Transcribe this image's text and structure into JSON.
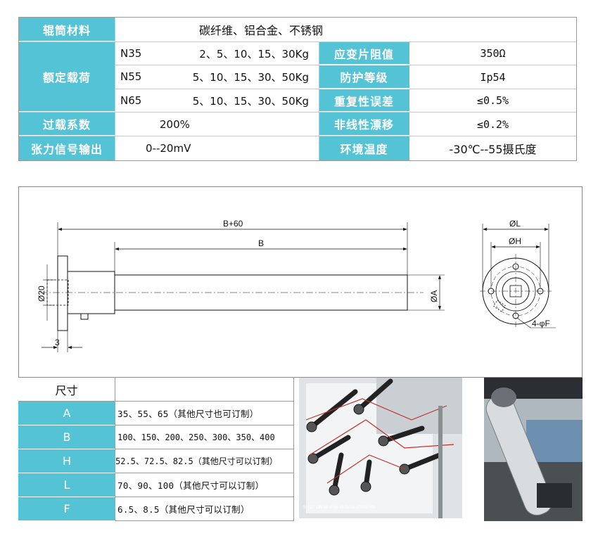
{
  "spec_table": {
    "roller_material_label": "辊筒材料",
    "roller_material_value": "碳纤维、铝合金、不锈钢",
    "rated_load_label": "额定载荷",
    "loads": [
      {
        "model": "N35",
        "values": "2、5、10、15、30Kg"
      },
      {
        "model": "N55",
        "values": "5、10、15、30、50Kg"
      },
      {
        "model": "N65",
        "values": "5、10、15、30、50Kg"
      }
    ],
    "overload_label": "过载系数",
    "overload_value": "200%",
    "signal_label": "张力信号输出",
    "signal_value": "0--20mV",
    "strain_label": "应变片阻值",
    "strain_value": "350Ω",
    "protection_label": "防护等级",
    "protection_value": "Ip54",
    "repeat_label": "重复性误差",
    "repeat_value": "≤0.5%",
    "nonlinear_label": "非线性漂移",
    "nonlinear_value": "≤0.2%",
    "env_label": "环境温度",
    "env_value": "-30℃--55摄氏度"
  },
  "drawing": {
    "dim_b60": "B+60",
    "dim_b": "B",
    "dim_a": "ØA",
    "dim_20": "Ø20",
    "dim_3": "3",
    "dim_l": "ØL",
    "dim_h": "ØH",
    "dim_f": "4-φF"
  },
  "size_table": {
    "header": "尺寸",
    "rows": [
      {
        "key": "A",
        "value": "35、55、65（其他尺寸也可订制）"
      },
      {
        "key": "B",
        "value": "100、150、200、250、300、350、400"
      },
      {
        "key": "H",
        "value": "52.5、72.5、82.5（其他尺寸可以订制）"
      },
      {
        "key": "L",
        "value": "70、90、100（其他尺寸可以订制）"
      },
      {
        "key": "F",
        "value": "6.5、8.5（其他尺寸可以订制）"
      }
    ]
  },
  "photos": {
    "left_caption": "SHOT ON MI 8 SE AI DUAL CAMERA"
  },
  "colors": {
    "accent": "#55c3d6",
    "border": "#9a9a9a"
  }
}
